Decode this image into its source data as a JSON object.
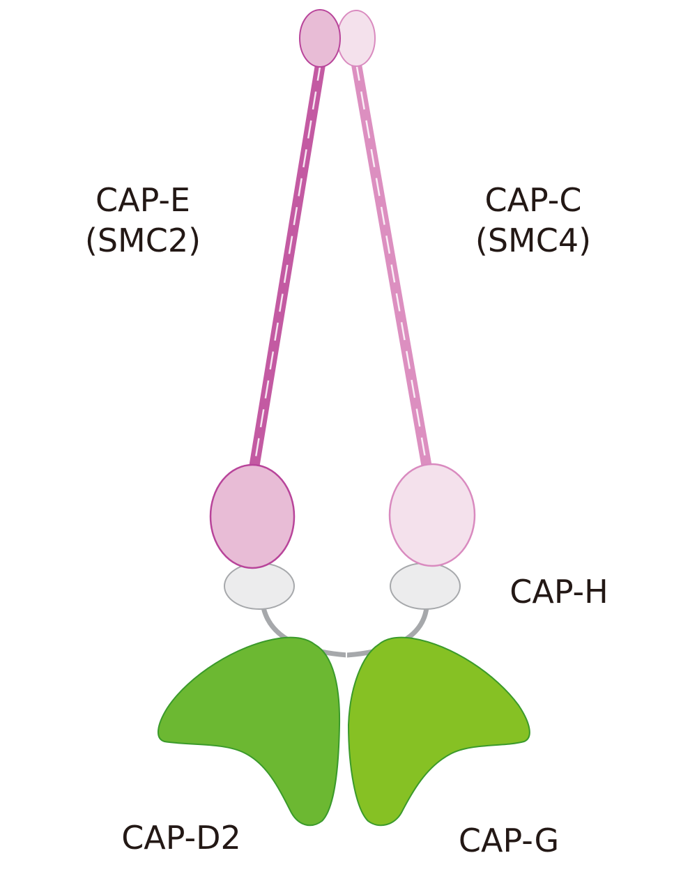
{
  "labels": {
    "cap_e": {
      "line1": "CAP-E",
      "line2": "(SMC2)"
    },
    "cap_c": {
      "line1": "CAP-C",
      "line2": "(SMC4)"
    },
    "cap_h": "CAP-H",
    "cap_d2": "CAP-D2",
    "cap_g": "CAP-G"
  },
  "colors": {
    "smc2_coil": "#c35aa2",
    "smc2_head_fill": "#e8bcd6",
    "smc2_outline": "#b8449a",
    "smc4_coil": "#dc8fc0",
    "smc4_head_fill": "#f4e1ec",
    "smc4_outline": "#d98abf",
    "cap_h_fill": "#ececed",
    "cap_h_outline": "#a6a8ab",
    "cap_d2_fill": "#6cb832",
    "cap_g_fill": "#86c124",
    "heat_outline": "#3a9a2a",
    "text": "#231815"
  }
}
